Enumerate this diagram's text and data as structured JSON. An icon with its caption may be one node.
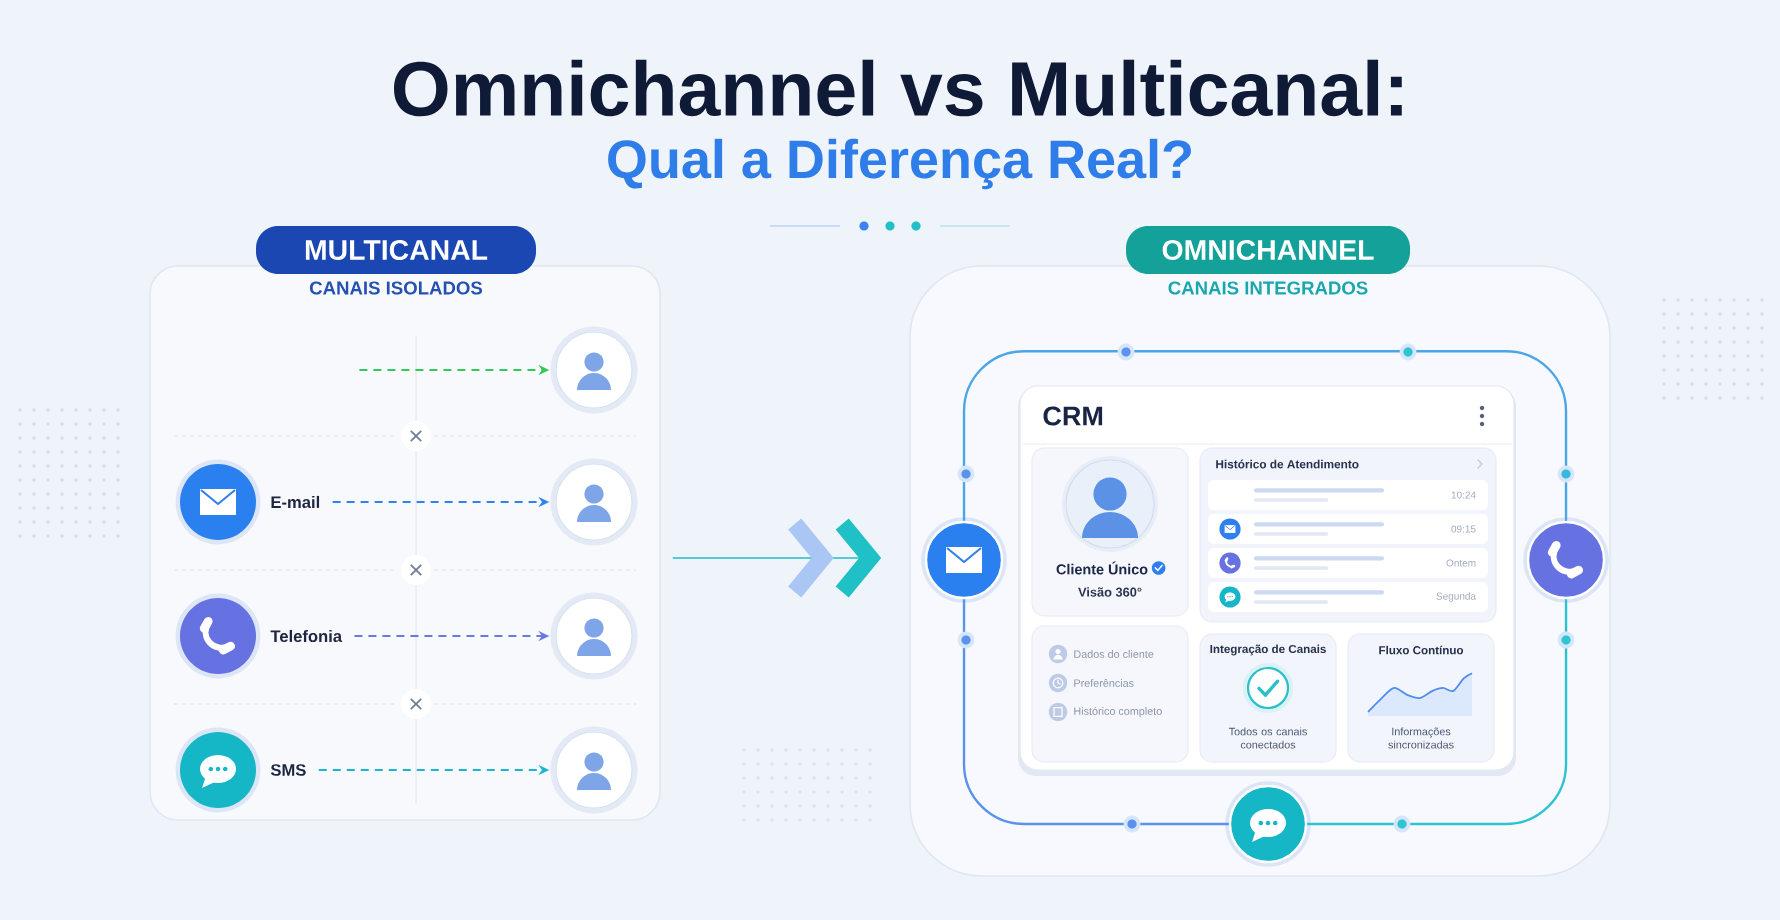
{
  "diagram": {
    "title": "Omnichannel vs Multicanal:",
    "nodes": [
      {
        "text": [
          "MULTICANAL",
          "CANAIS ISOLADOS"
        ]
      },
      {
        "text": [],
        "shape": "person",
        "in": 0
      },
      {
        "text": [
          "E-mail"
        ],
        "in": 0
      },
      {
        "text": [],
        "shape": "person",
        "in": 0
      },
      {
        "text": [
          "Telefonia"
        ],
        "in": 0
      },
      {
        "text": [],
        "shape": "person",
        "in": 0
      },
      {
        "text": [
          "SMS"
        ],
        "in": 0
      },
      {
        "text": [],
        "shape": "person",
        "in": 0
      },
      {
        "text": [
          "OMNICHANNEL",
          "CANAIS INTEGRADOS"
        ]
      },
      {
        "text": [
          "CRM"
        ],
        "in": 8
      },
      {
        "text": [
          "Cliente Único",
          "Visão 360°"
        ],
        "in": 9
      },
      {
        "text": [
          "Histórico de Atendimento"
        ],
        "in": 9
      },
      {
        "text": [
          "10:24"
        ],
        "in": 11
      },
      {
        "text": [
          "09:15"
        ],
        "in": 11
      },
      {
        "text": [
          "Ontem"
        ],
        "in": 11
      },
      {
        "text": [
          "Segunda"
        ],
        "in": 11
      },
      {
        "text": [
          "Dados do cliente",
          "Preferências",
          "Histórico completo"
        ],
        "in": 9
      },
      {
        "text": [
          "Integração de Canais",
          "Todos os canais conectados"
        ],
        "in": 9
      },
      {
        "text": [
          "Fluxo Contínuo",
          "Informações sincronizadas"
        ],
        "in": 9
      },
      {
        "text": [],
        "shape": "circle",
        "in": 8
      },
      {
        "text": [],
        "shape": "circle",
        "in": 8
      },
      {
        "text": [],
        "shape": "circle",
        "in": 8
      }
    ],
    "edges": [
      {
        "from": null,
        "to": 1,
        "arrow": "to",
        "style": "dashed",
        "color": "#34c759"
      },
      {
        "from": 2,
        "to": 3,
        "arrow": "to",
        "style": "dashed",
        "color": "#2d84ef"
      },
      {
        "from": 4,
        "to": 5,
        "arrow": "to",
        "style": "dashed",
        "color": "#6b77e3"
      },
      {
        "from": 6,
        "to": 7,
        "arrow": "to",
        "style": "dashed",
        "color": "#1cb5cf"
      },
      {
        "from": 0,
        "to": 8,
        "arrow": "to",
        "color": "#1fc1c6"
      },
      {
        "from": 19,
        "to": 21,
        "arrow": "none",
        "color": "#5b93ec"
      },
      {
        "from": 21,
        "to": 20,
        "arrow": "none",
        "color": "#2fc2d0"
      },
      {
        "from": 20,
        "to": 19,
        "arrow": "none",
        "color": "#4aa6e6"
      }
    ],
    "labels": [
      "Qual a Diferença Real?"
    ]
  }
}
